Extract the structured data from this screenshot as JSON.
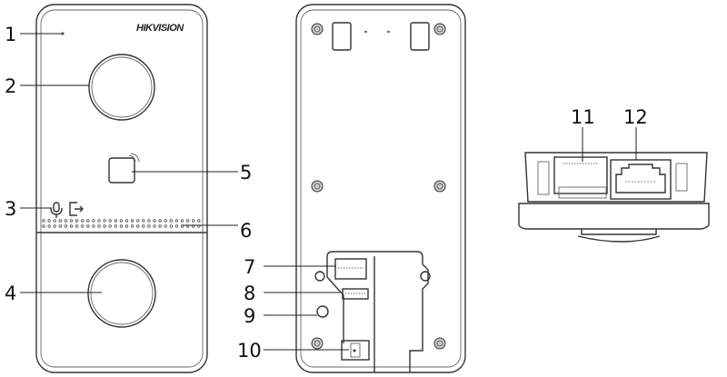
{
  "brand_logo": "HIKVISION",
  "callouts": [
    "1",
    "2",
    "3",
    "4",
    "5",
    "6",
    "7",
    "8",
    "9",
    "10",
    "11",
    "12"
  ]
}
